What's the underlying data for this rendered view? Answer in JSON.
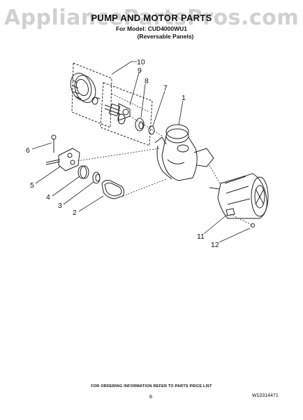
{
  "watermark": "AppliancePartsPros.com",
  "header": {
    "title": "PUMP AND MOTOR PARTS",
    "model_line": "For Model: CUD4000WU1",
    "panels_line": "(Reversable Panels)"
  },
  "callouts": [
    {
      "label": "10"
    },
    {
      "label": "9"
    },
    {
      "label": "8"
    },
    {
      "label": "7"
    },
    {
      "label": "1"
    },
    {
      "label": "6"
    },
    {
      "label": "5"
    },
    {
      "label": "4"
    },
    {
      "label": "3"
    },
    {
      "label": "2"
    },
    {
      "label": "11"
    },
    {
      "label": "12"
    }
  ],
  "footer": {
    "ordering_note": "FOR ORDERING INFORMATION REFER TO PARTS PRICE LIST",
    "page_number": "6",
    "document_number": "W10314471"
  }
}
